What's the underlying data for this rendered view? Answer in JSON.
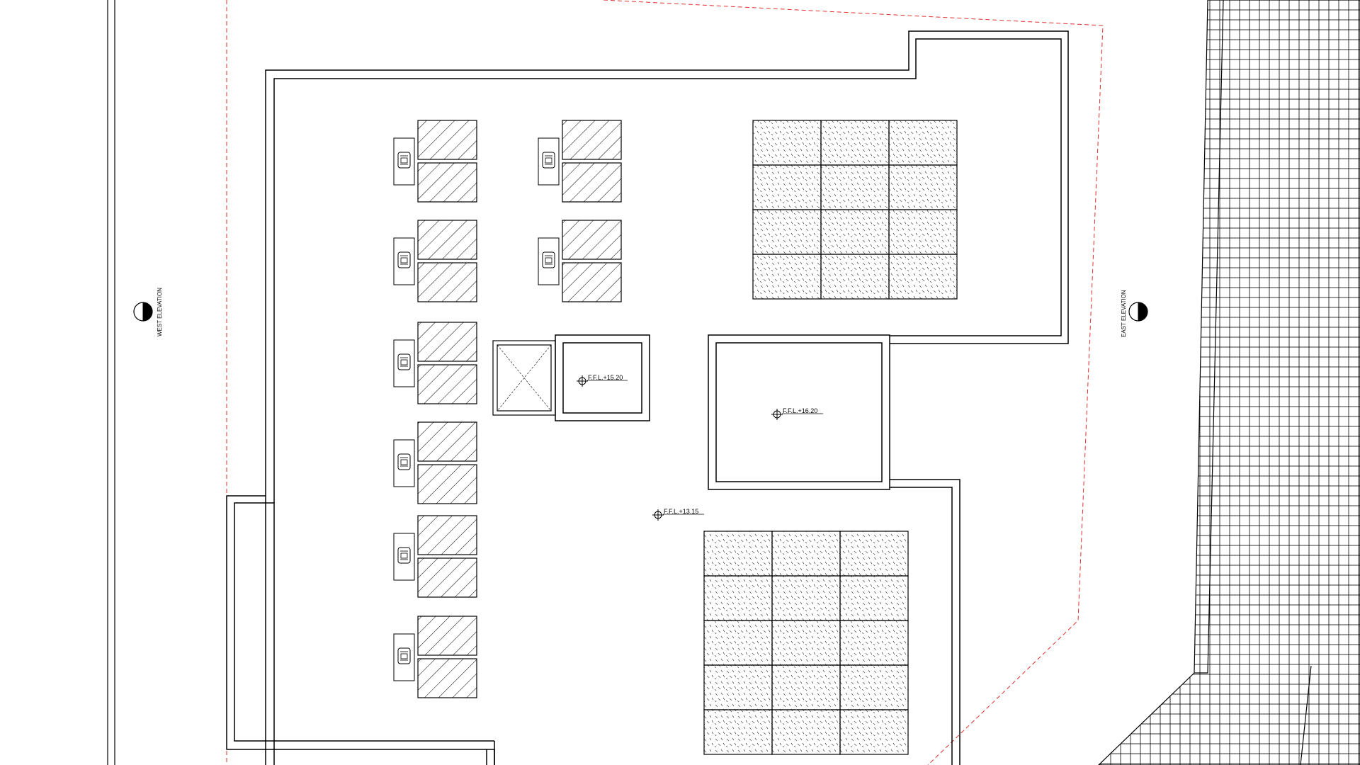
{
  "drawing": {
    "type": "roof plan",
    "background": "#ffffff",
    "line_color": "#000000",
    "site_boundary_color": "#e0312e"
  },
  "elevation_markers": {
    "west": "WEST ELEVATION",
    "east": "EAST ELEVATION"
  },
  "levels": {
    "roof": "F.F.L.+13.15",
    "stair_core": "F.F.L.+15.20",
    "upper_roof": "F.F.L.+16.20"
  },
  "equipment": {
    "ac_units_left_column": 6,
    "ac_units_right_column": 2,
    "solar_array_top": {
      "rows": 4,
      "cols": 3
    },
    "solar_array_bottom": {
      "rows": 5,
      "cols": 3
    }
  }
}
